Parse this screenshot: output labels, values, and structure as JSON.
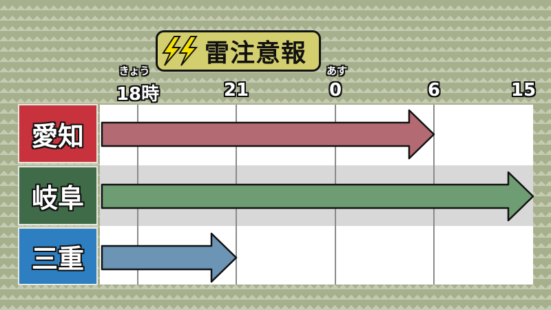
{
  "title": {
    "text": "雷注意報",
    "icon": "lightning-icon",
    "bg_color": "#d4cf6e"
  },
  "timeline": {
    "ticks": [
      {
        "label": "18時",
        "sublabel": "きょう"
      },
      {
        "label": "21"
      },
      {
        "label": "0",
        "sublabel": "あす"
      },
      {
        "label": "6"
      },
      {
        "label": "15"
      }
    ]
  },
  "rows": [
    {
      "name": "愛知",
      "label_color": "#c8323c",
      "arrow_color": "#b36a72",
      "start": "18時",
      "end": "6"
    },
    {
      "name": "岐阜",
      "label_color": "#3f6b48",
      "arrow_color": "#6f9d73",
      "start": "18時",
      "end": "15"
    },
    {
      "name": "三重",
      "label_color": "#2e7fc1",
      "arrow_color": "#6b94b5",
      "start": "18時",
      "end": "21"
    }
  ]
}
